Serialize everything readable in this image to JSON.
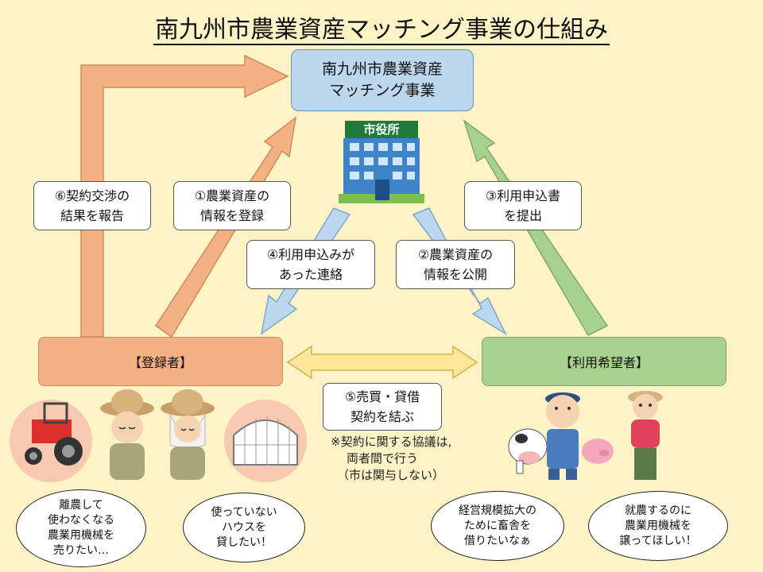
{
  "title": "南九州市農業資産マッチング事業の仕組み",
  "hub": {
    "line1": "南九州市農業資産",
    "line2": "マッチング事業"
  },
  "city_hall_sign": "市役所",
  "registrant": "【登録者】",
  "applicant": "【利用希望者】",
  "steps": {
    "s1": {
      "line1": "①農業資産の",
      "line2": "情報を登録"
    },
    "s2": {
      "line1": "②農業資産の",
      "line2": "情報を公開"
    },
    "s3": {
      "line1": "③利用申込書",
      "line2": "を提出"
    },
    "s4": {
      "line1": "④利用申込みが",
      "line2": "あった連絡"
    },
    "s5": {
      "line1": "⑤売買・貸借",
      "line2": "契約を結ぶ"
    },
    "s6": {
      "line1": "⑥契約交渉の",
      "line2": "結果を報告"
    }
  },
  "note": {
    "line1": "※契約に関する協議は,",
    "line2": "両者間で行う",
    "line3": "（市は関与しない）"
  },
  "bubbles": {
    "b1": {
      "line1": "離農して",
      "line2": "使わなくなる",
      "line3": "農業用機械を",
      "line4": "売りたい…"
    },
    "b2": {
      "line1": "使っていない",
      "line2": "ハウスを",
      "line3": "貸したい！"
    },
    "b3": {
      "line1": "経営規模拡大の",
      "line2": "ために畜舎を",
      "line3": "借りたいなぁ"
    },
    "b4": {
      "line1": "就農するのに",
      "line2": "農業用機械を",
      "line3": "譲ってほしい！"
    }
  },
  "icons": [
    "city-hall-icon",
    "tractor-icon",
    "farmer-icon",
    "greenhouse-icon",
    "cow-icon",
    "pig-icon"
  ],
  "colors": {
    "orange": "#f4b183",
    "green": "#a9d18e",
    "blue": "#9dc3e6",
    "yellow": "#ffe699",
    "background": "#fef3c7"
  }
}
